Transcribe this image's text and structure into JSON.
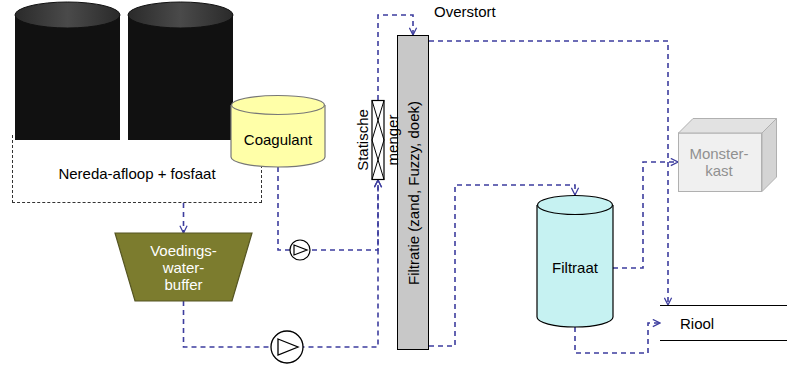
{
  "diagram": {
    "nodes": [
      {
        "text": [
          "Nereda-afloop + fosfaat"
        ]
      },
      {
        "text": [
          "Coagulant"
        ]
      },
      {
        "text": [
          "Voedings- water- buffer"
        ]
      },
      {
        "text": [
          "Statische menger"
        ]
      },
      {
        "text": [
          "Filtratie (zand, Fuzzy, doek)"
        ]
      },
      {
        "text": [
          "Filtraat"
        ]
      },
      {
        "text": [
          "Monster- kast"
        ]
      },
      {
        "text": [
          "Riool"
        ]
      }
    ],
    "edges": [
      {
        "from": 0,
        "to": 2,
        "arrow": "to"
      },
      {
        "from": 1,
        "to": 3,
        "arrow": "to"
      },
      {
        "from": 2,
        "to": 3,
        "arrow": "to"
      },
      {
        "from": 3,
        "to": 4,
        "arrow": "to"
      },
      {
        "from": 4,
        "to": 7,
        "label": "Overstort",
        "arrow": "to"
      },
      {
        "from": 4,
        "to": 5,
        "arrow": "to"
      },
      {
        "from": 5,
        "to": 6,
        "arrow": "to"
      },
      {
        "from": 5,
        "to": 7,
        "arrow": "to"
      }
    ]
  }
}
